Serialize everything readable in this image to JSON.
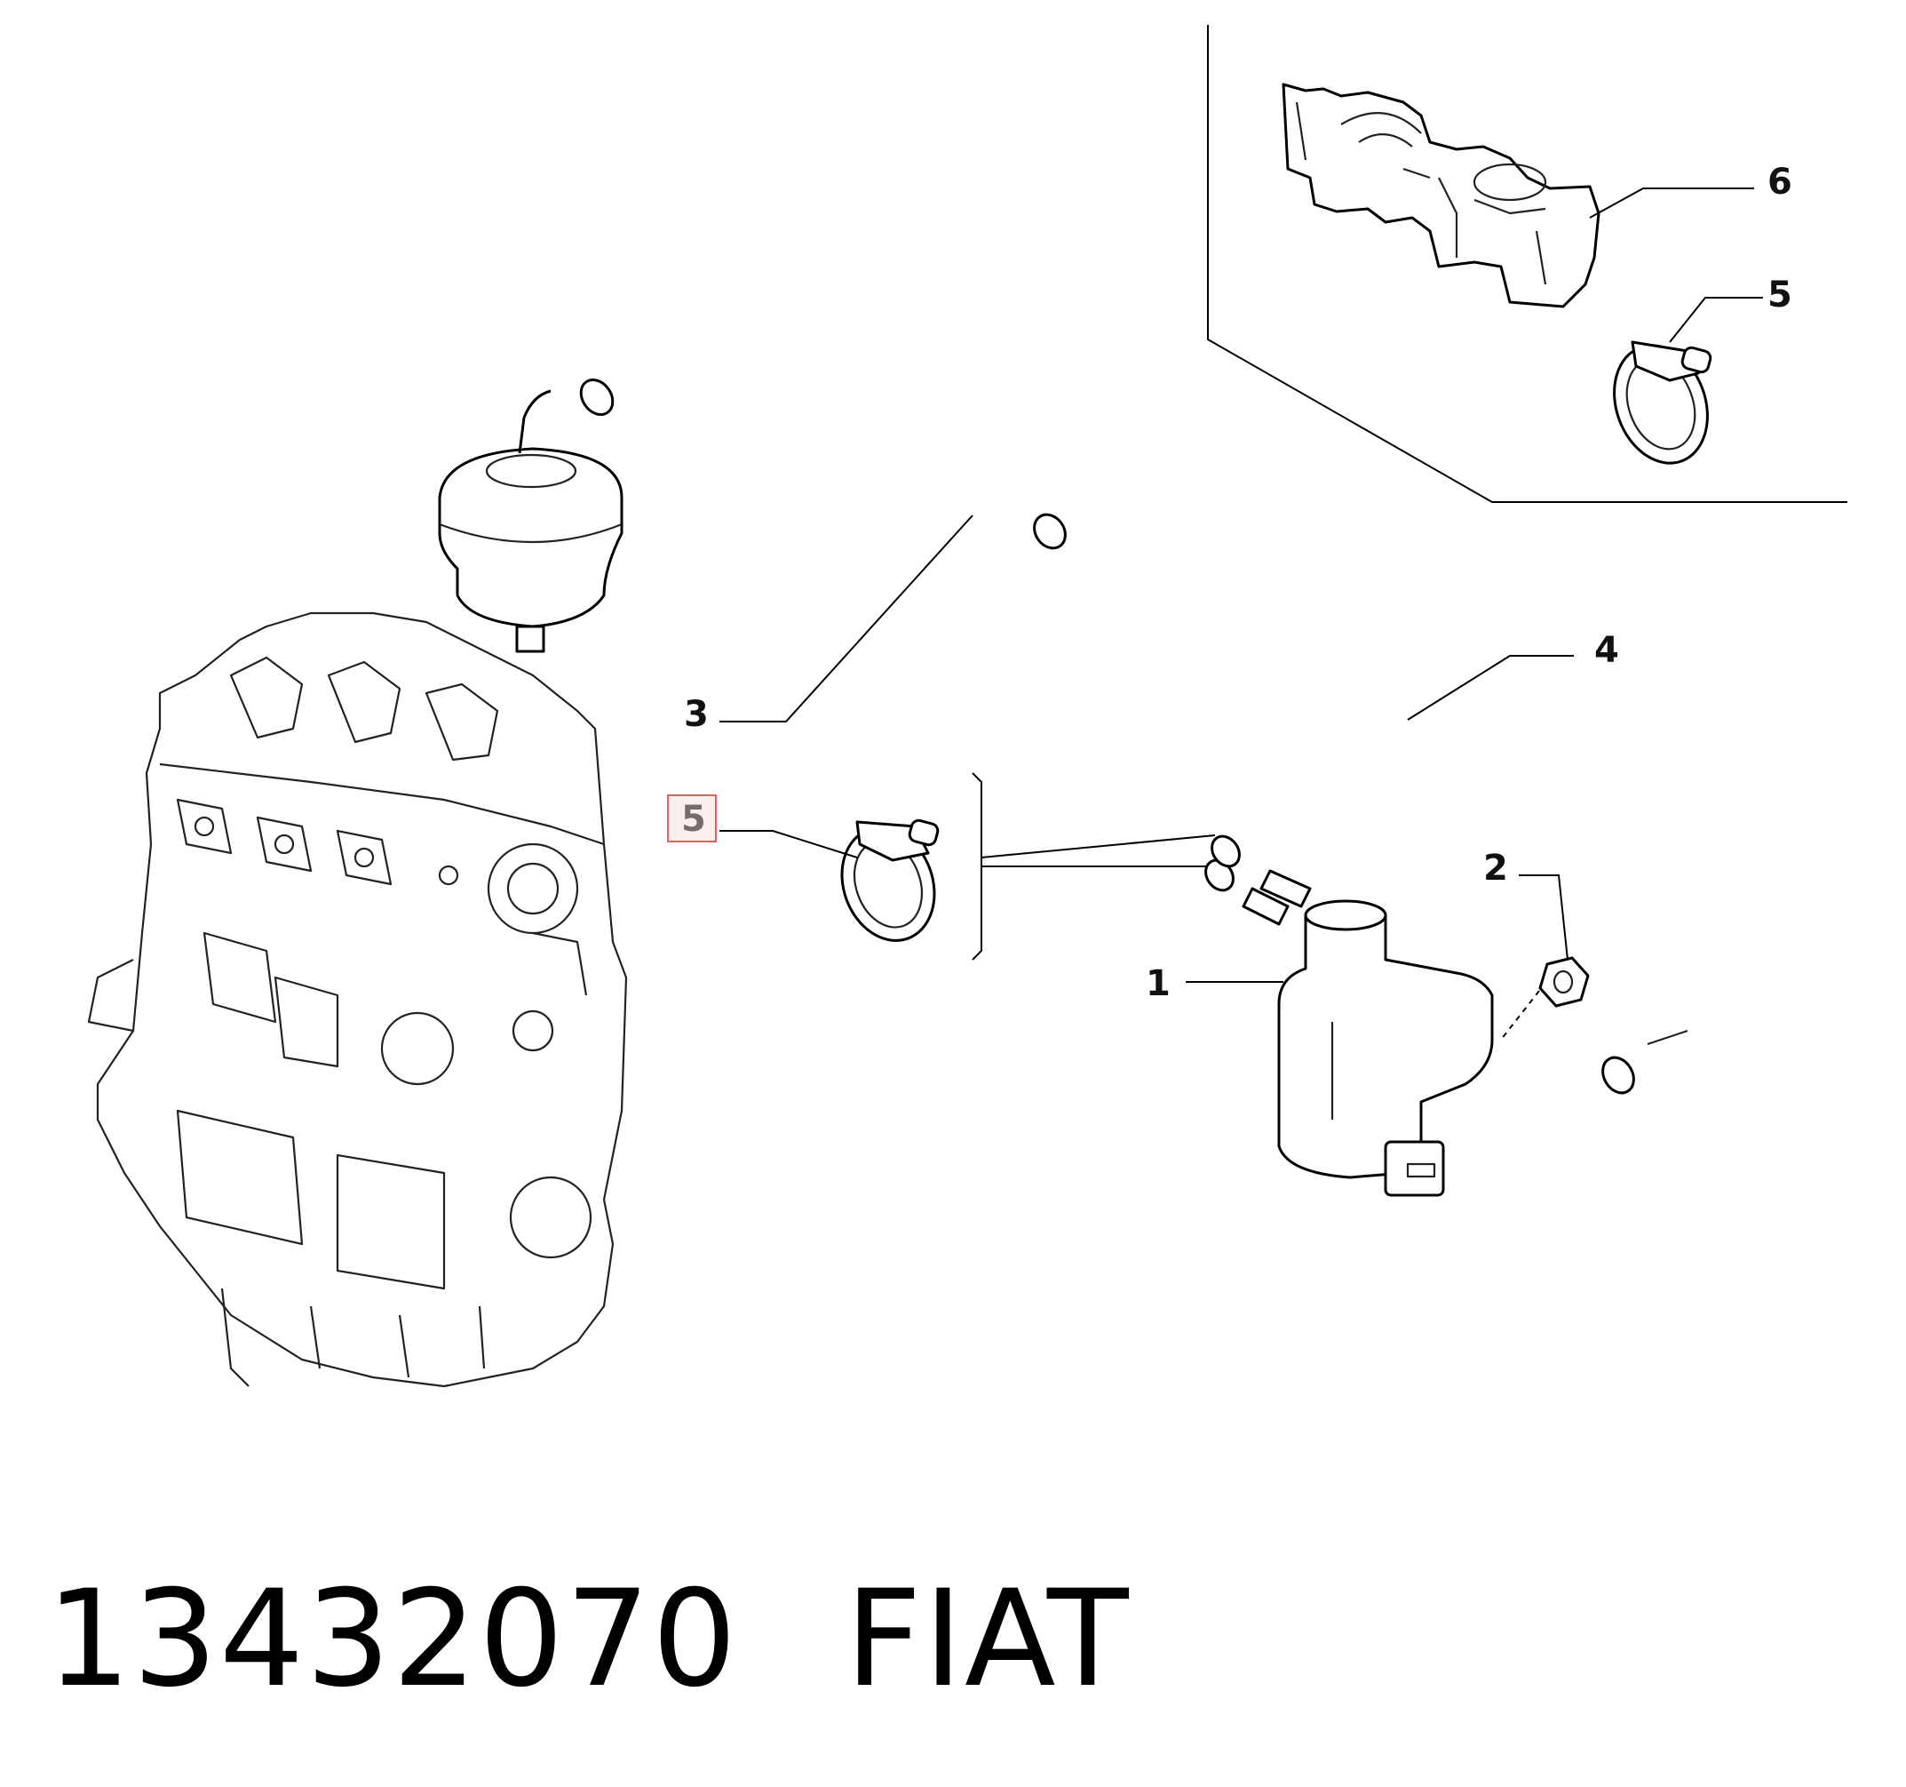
{
  "callouts": [
    {
      "id": "1",
      "label": "1"
    },
    {
      "id": "2",
      "label": "2"
    },
    {
      "id": "3",
      "label": "3"
    },
    {
      "id": "4",
      "label": "4"
    },
    {
      "id": "5",
      "label": "5",
      "highlighted": true
    },
    {
      "id": "5b",
      "label": "5"
    },
    {
      "id": "6",
      "label": "6"
    }
  ],
  "footer": {
    "part_number": "13432070",
    "brand": "FIAT"
  },
  "colors": {
    "highlight_border": "#e06060",
    "highlight_fill": "#fdeeee",
    "line": "#000000"
  }
}
